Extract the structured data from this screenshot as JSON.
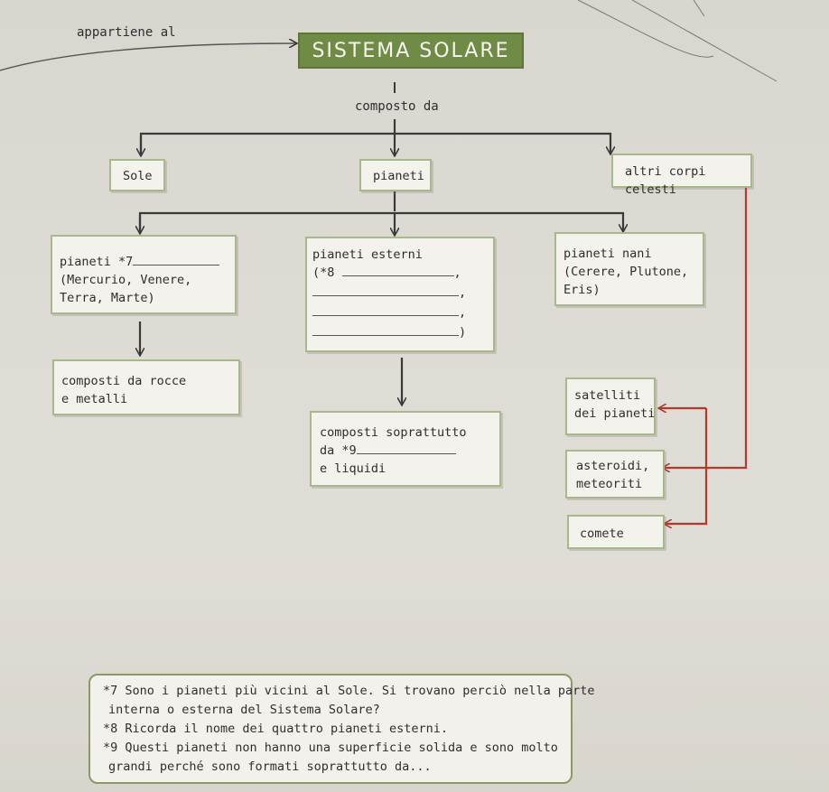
{
  "header": {
    "belongs_to": "appartiene al",
    "title": "SISTEMA SOLARE",
    "composed_of": "composto da"
  },
  "level1": {
    "sole": "Sole",
    "pianeti": "pianeti",
    "altri": "altri corpi celesti"
  },
  "inner": {
    "line1": "pianeti *7",
    "line2": "(Mercurio, Venere,",
    "line3": "Terra, Marte)"
  },
  "outer": {
    "line1": "pianeti esterni",
    "line2": "(*8",
    "comma": ",",
    "close": ")"
  },
  "dwarf": {
    "line1": "pianeti nani",
    "line2": "(Cerere, Plutone,",
    "line3": "Eris)"
  },
  "rocky": {
    "line1": "composti da rocce",
    "line2": "e metalli"
  },
  "gas": {
    "line1": "composti soprattutto",
    "line2": "da *9",
    "line3": "e liquidi"
  },
  "satellites": {
    "line1": "satelliti",
    "line2": "dei pianeti"
  },
  "asteroids": {
    "line1": "asteroidi,",
    "line2": "meteoriti"
  },
  "comets": {
    "line1": "comete"
  },
  "notes": {
    "n7a": "*7 Sono i pianeti più vicini al Sole. Si trovano perciò nella parte",
    "n7b": "interna o esterna del Sistema Solare?",
    "n8": "*8 Ricorda il nome dei quattro pianeti esterni.",
    "n9a": "*9 Questi pianeti non hanno una superficie solida e sono molto",
    "n9b": "grandi perché sono formati soprattutto da..."
  },
  "colors": {
    "title_bg": "#6f8b45",
    "box_border": "#a8b88a",
    "red_line": "#b03a2e",
    "dark_line": "#3a3a3a"
  }
}
